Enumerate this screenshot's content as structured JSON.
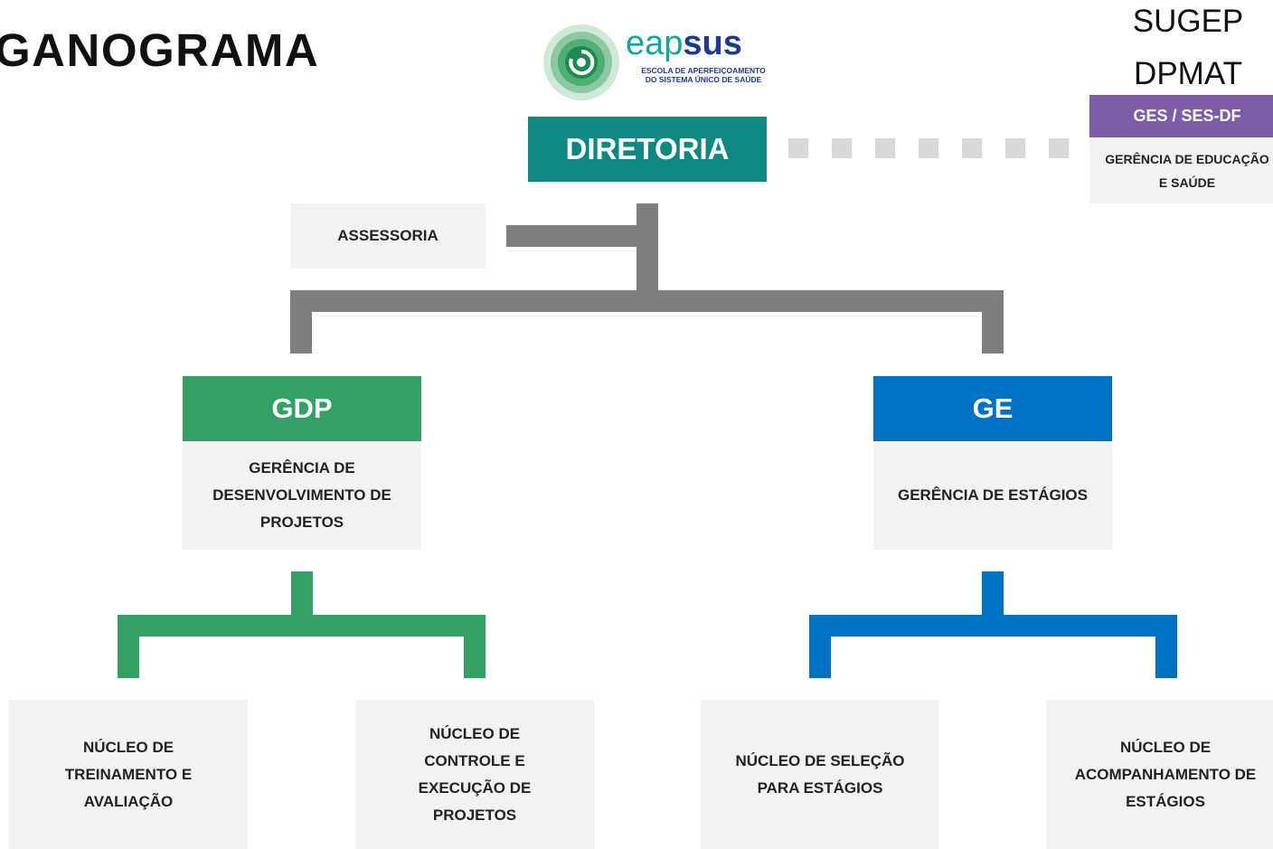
{
  "title": "GANOGRAMA",
  "logo": {
    "word_light": "eap",
    "word_bold": "sus",
    "subtitle_line1": "ESCOLA DE APERFEIÇOAMENTO",
    "subtitle_line2": "DO SISTEMA ÚNICO DE SAÚDE"
  },
  "top_right": {
    "line1": "SUGEP",
    "line2": "DPMAT",
    "box_header": "GES / SES-DF",
    "box_body": "GERÊNCIA DE EDUCAÇÃO\nE SAÚDE"
  },
  "diretoria": "DIRETORIA",
  "assessoria": "ASSESSORIA",
  "gdp": {
    "code": "GDP",
    "name": "GERÊNCIA DE DESENVOLVIMENTO DE PROJETOS"
  },
  "ge": {
    "code": "GE",
    "name": "GERÊNCIA DE ESTÁGIOS"
  },
  "nucleos": [
    {
      "name": "NÚCLEO DE TREINAMENTO E AVALIAÇÃO"
    },
    {
      "name": "NÚCLEO DE CONTROLE E EXECUÇÃO DE PROJETOS"
    },
    {
      "name": "NÚCLEO DE SELEÇÃO PARA ESTÁGIOS"
    },
    {
      "name": "NÚCLEO DE ACOMPANHAMENTO DE ESTÁGIOS"
    }
  ],
  "colors": {
    "diretoria": "#0f8882",
    "gdp": "#35a066",
    "ge": "#0070c0",
    "ges": "#7b5ea7",
    "connector": "#7f7f7f",
    "box_fill": "#f2f2f2"
  }
}
